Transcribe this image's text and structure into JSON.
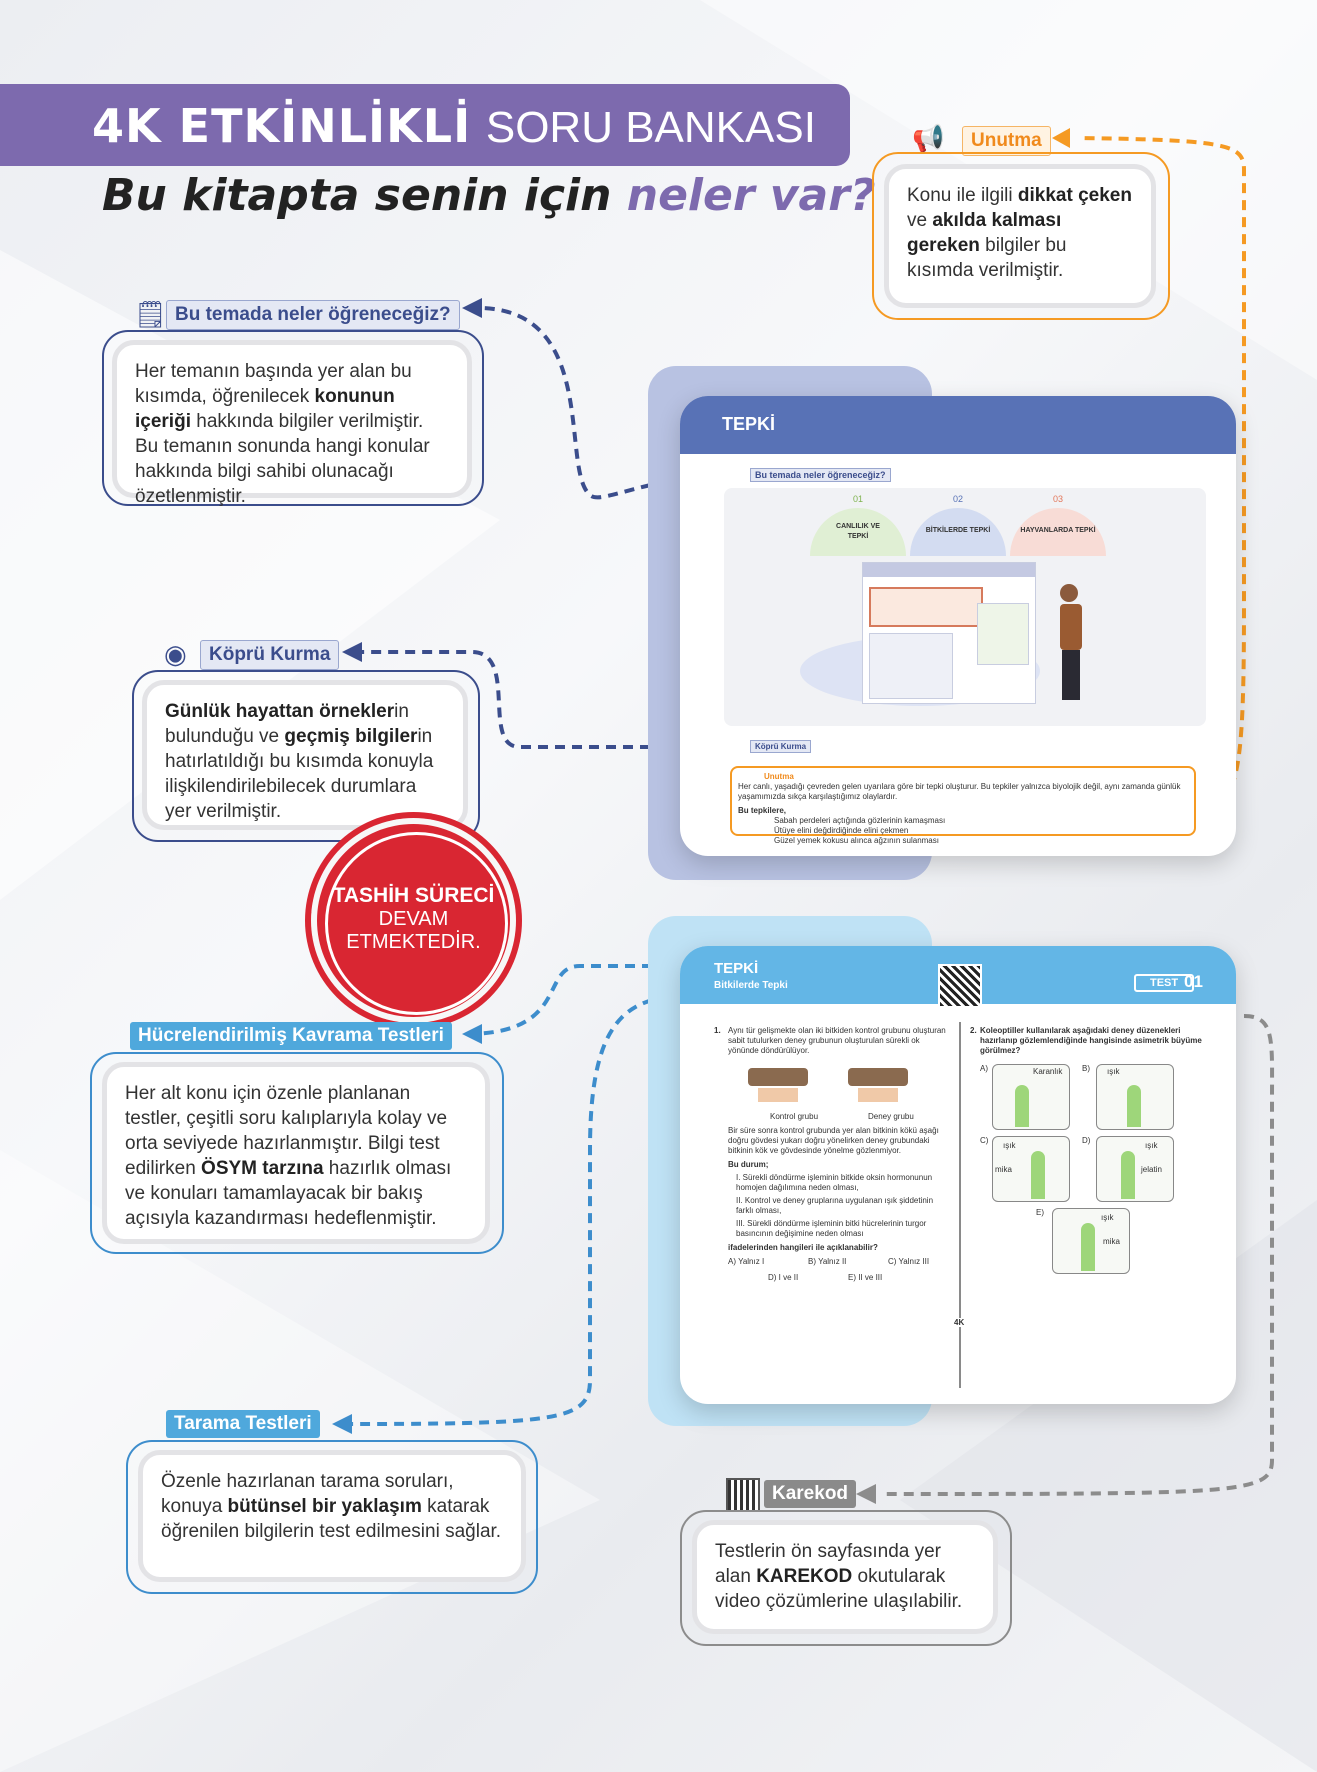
{
  "header": {
    "title_bold": "4K ETKİNLİKLİ",
    "title_rest": "SORU BANKASI",
    "subtitle_main": "Bu kitapta senin için",
    "subtitle_accent": "neler var?"
  },
  "sections": {
    "unutma": {
      "tag": "Unutma",
      "parts": [
        "Konu ile ilgili ",
        "dikkat çeken",
        " ve ",
        "akılda kalması gereken",
        " bilgiler bu kısımda verilmiştir."
      ]
    },
    "tema": {
      "tag": "Bu temada neler öğreneceğiz?",
      "parts": [
        "Her temanın başında yer alan bu kısımda, öğrenilecek ",
        "konunun içeriği",
        " hakkında bilgiler verilmiştir. Bu temanın sonunda hangi konular hakkında bilgi sahibi olunacağı özetlenmiştir."
      ]
    },
    "kopru": {
      "tag": "Köprü Kurma",
      "parts": [
        "Günlük hayattan örnekler",
        "in bulunduğu ve ",
        "geçmiş bilgiler",
        "in hatırlatıldığı bu kısımda konuyla ilişkilendirilebilecek durumlara yer verilmiştir."
      ]
    },
    "hucre": {
      "tag": "Hücrelendirilmiş Kavrama Testleri",
      "parts": [
        "Her alt konu için özenle planlanan testler, çeşitli soru kalıplarıyla kolay ve orta seviyede hazırlanmıştır. Bilgi test edilirken ",
        "ÖSYM tarzına",
        " hazırlık olması ve konuları tamamlayacak bir bakış açısıyla kazandırması hedeflenmiştir."
      ]
    },
    "tarama": {
      "tag": "Tarama Testleri",
      "parts": [
        "Özenle hazırlanan tarama soruları, konuya ",
        "bütünsel bir yaklaşım",
        " katarak öğrenilen bilgilerin test edilmesini sağlar."
      ]
    },
    "karekod": {
      "tag": "Karekod",
      "parts": [
        "Testlerin ön sayfasında yer alan ",
        "KAREKOD",
        " okutularak video çözümlerine ulaşılabilir."
      ]
    }
  },
  "stamp": {
    "line1": "TASHİH SÜRECİ",
    "line2": "DEVAM",
    "line3": "ETMEKTEDİR."
  },
  "page1": {
    "title": "TEPKİ",
    "tema_tag": "Bu temada neler öğreneceğiz?",
    "topics": [
      {
        "num": "01",
        "label": "CANLILIK VE TEPKİ"
      },
      {
        "num": "02",
        "label": "BİTKİLERDE TEPKİ"
      },
      {
        "num": "03",
        "label": "HAYVANLARDA TEPKİ"
      }
    ],
    "kopru_tag": "Köprü Kurma",
    "unutma_tag": "Unutma",
    "unutma_text": "Her canlı, yaşadığı çevreden gelen uyarılara göre bir tepki oluşturur. Bu tepkiler yalnızca biyolojik değil, aynı zamanda günlük yaşamımızda sıkça karşılaştığımız olaylardır.",
    "list_title": "Bu tepkilere,",
    "list": [
      "Sabah perdeleri açtığında gözlerinin kamaşması",
      "Ütüye elini değdirdiğinde elini çekmen",
      "Güzel yemek kokusu alınca ağzının sulanması"
    ]
  },
  "page2": {
    "title": "TEPKİ",
    "subtitle": "Bitkilerde Tepki",
    "test_label": "TEST",
    "test_num": "01",
    "q1_num": "1.",
    "q1_text": "Aynı tür gelişmekte olan iki bitkiden kontrol grubunu oluşturan sabit tutulurken deney grubunun oluşturulan sürekli ok yönünde döndürülüyor.",
    "q1_label_a": "Kontrol grubu",
    "q1_label_b": "Deney grubu",
    "q1_text2": "Bir süre sonra kontrol grubunda yer alan bitkinin kökü aşağı doğru gövdesi yukarı doğru yönelirken deney grubundaki bitkinin kök ve gövdesinde yönelme gözlenmiyor.",
    "q1_bu": "Bu durum;",
    "q1_items": [
      "I.   Sürekli döndürme işleminin bitkide oksin hormonunun homojen dağılımına neden olması,",
      "II.  Kontrol ve deney gruplarına uygulanan ışık şiddetinin farklı olması,",
      "III. Sürekli döndürme işleminin bitki hücrelerinin turgor basıncının değişimine neden olması"
    ],
    "q1_ask": "ifadelerinden hangileri ile açıklanabilir?",
    "q1_opts": [
      "A) Yalnız I",
      "B) Yalnız II",
      "C) Yalnız III",
      "D) I ve II",
      "E) II ve III"
    ],
    "q2_num": "2.",
    "q2_text": "Koleoptiller kullanılarak aşağıdaki deney düzenekleri hazırlanıp gözlemlendiğinde hangisinde asimetrik büyüme görülmez?",
    "q2_opts": [
      {
        "key": "A)",
        "label": "Karanlık"
      },
      {
        "key": "B)",
        "label": "ışık"
      },
      {
        "key": "C)",
        "label": "ışık"
      },
      {
        "key": "D)",
        "label": "ışık"
      },
      {
        "key": "E)",
        "label": "ışık"
      }
    ],
    "q2_side": [
      "mika",
      "jelatin",
      "mika"
    ],
    "logo": "4K"
  }
}
